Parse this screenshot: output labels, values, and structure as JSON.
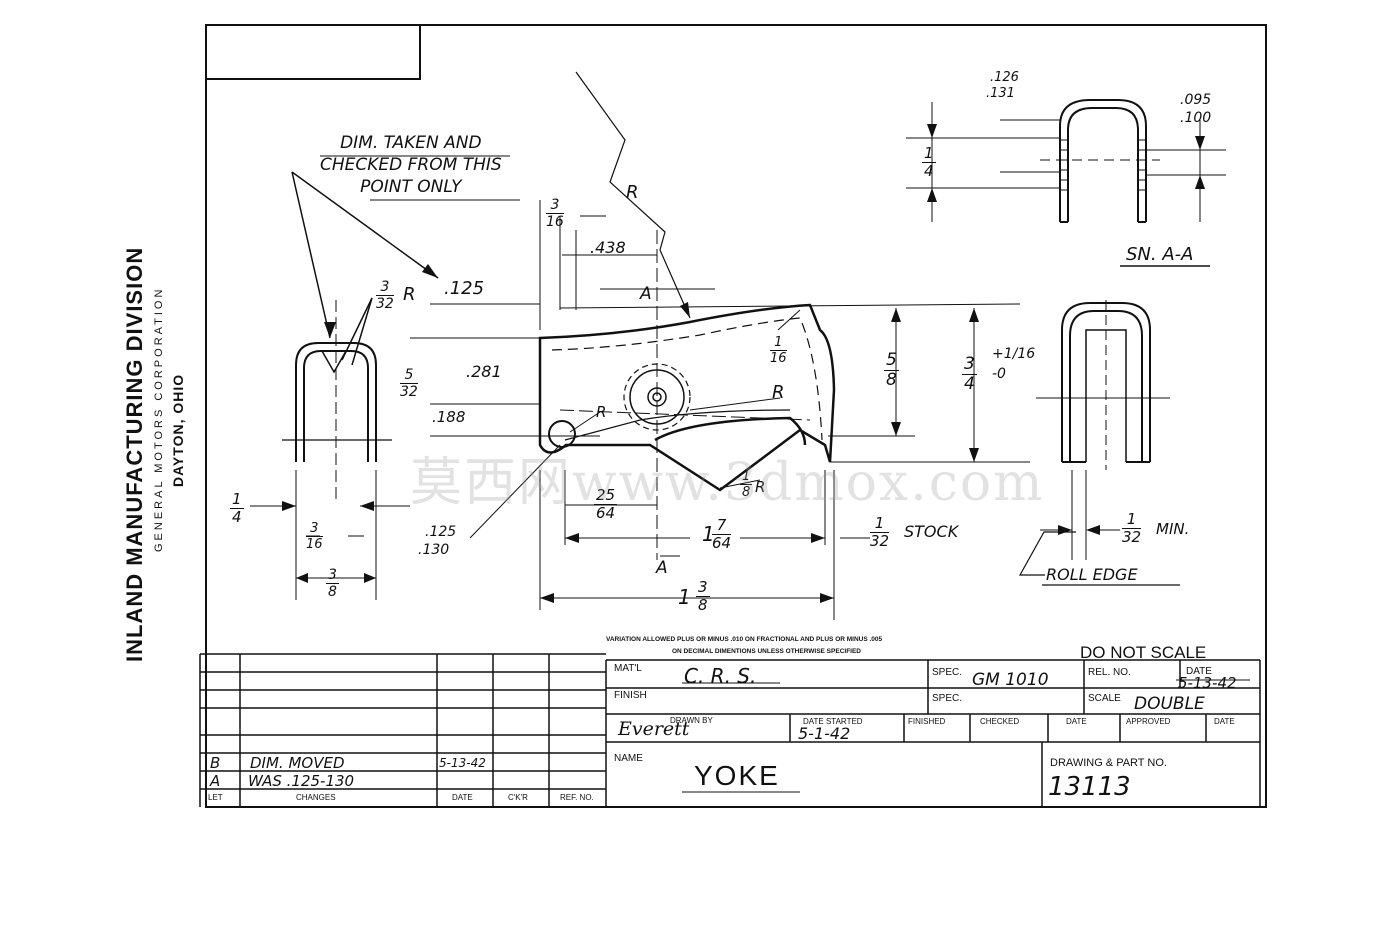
{
  "company": {
    "division": "INLAND MANUFACTURING DIVISION",
    "corporation": "GENERAL MOTORS CORPORATION",
    "location": "DAYTON, OHIO"
  },
  "notes": {
    "dim_taken": [
      "DIM. TAKEN AND",
      "CHECKED FROM THIS",
      "POINT ONLY"
    ],
    "variation": "VARIATION ALLOWED PLUS OR MINUS .010 ON FRACTIONAL AND PLUS OR MINUS .005",
    "variation2": "ON DECIMAL DIMENTIONS UNLESS OTHERWISE SPECIFIED",
    "do_not_scale": "DO NOT SCALE",
    "section_label": "SN. A-A",
    "roll_edge": "ROLL EDGE",
    "stock": "STOCK",
    "min": "MIN."
  },
  "dimensions": {
    "d_125": ".125",
    "d_438": ".438",
    "d_281": ".281",
    "d_188": ".188",
    "d_126_131_top": ".126",
    "d_126_131_bot": ".131",
    "d_095": ".095",
    "d_100": ".100",
    "d_125b": ".125",
    "d_130": ".130",
    "A": "A",
    "R": "R",
    "tol_plus": "+1/16",
    "tol_minus": "-0",
    "one": "1",
    "fracs": {
      "f3_32": [
        "3",
        "32"
      ],
      "f5_32": [
        "5",
        "32"
      ],
      "f3_16": [
        "3",
        "16"
      ],
      "f1_4a": [
        "1",
        "4"
      ],
      "f3_16b": [
        "3",
        "16"
      ],
      "f3_8": [
        "3",
        "8"
      ],
      "f25_64": [
        "25",
        "64"
      ],
      "f7_64": [
        "7",
        "64"
      ],
      "f3_8b": [
        "3",
        "8"
      ],
      "f1_32": [
        "1",
        "32"
      ],
      "f1_32b": [
        "1",
        "32"
      ],
      "f5_8": [
        "5",
        "8"
      ],
      "f3_4": [
        "3",
        "4"
      ],
      "f1_4b": [
        "1",
        "4"
      ],
      "f1_16": [
        "1",
        "16"
      ],
      "f1_8": [
        "1",
        "8"
      ]
    }
  },
  "title_block": {
    "matl_label": "MAT'L",
    "matl_value": "C. R. S.",
    "finish_label": "FINISH",
    "spec_label": "SPEC.",
    "spec_value": "GM 1010",
    "spec2_label": "SPEC.",
    "rel_no_label": "REL. NO.",
    "date_label": "DATE",
    "date_value": "5-13-42",
    "scale_label": "SCALE",
    "scale_value": "DOUBLE",
    "drawn_by_label": "DRAWN BY",
    "drawn_by_value": "Everett",
    "date_started_label": "DATE STARTED",
    "date_started_value": "5-1-42",
    "finished_label": "FINISHED",
    "checked_label": "CHECKED",
    "date2_label": "DATE",
    "approved_label": "APPROVED",
    "date3_label": "DATE",
    "name_label": "NAME",
    "name_value": "YOKE",
    "drawing_no_label": "DRAWING & PART NO.",
    "drawing_no_value": "13113"
  },
  "changes": {
    "headers": {
      "let": "LET",
      "changes": "CHANGES",
      "date": "DATE",
      "ckr": "C'K'R",
      "ref": "REF. NO."
    },
    "rows": [
      {
        "let": "B",
        "change": "DIM. MOVED",
        "date": "5-13-42"
      },
      {
        "let": "A",
        "change": "WAS .125-130",
        "date": ""
      }
    ]
  },
  "watermark": "莫西网www.3dmox.com"
}
